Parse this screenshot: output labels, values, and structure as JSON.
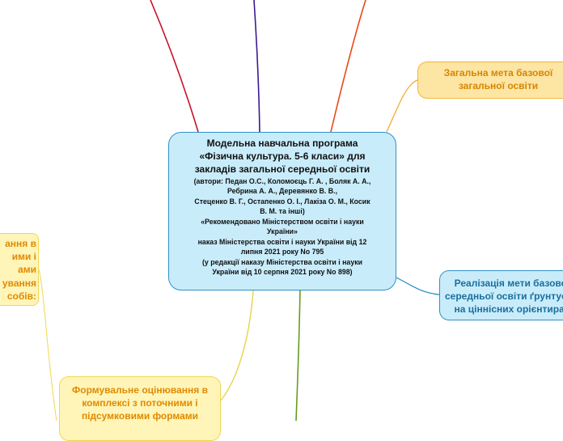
{
  "center": {
    "title_lines": [
      "Модельна навчальна програма",
      "«Фізична культура. 5-6 класи» для",
      "закладів загальної середньої освіти"
    ],
    "detail_lines": [
      "(автори: Педан О.С., Коломоєць Г. А. , Боляк А. А.,",
      "Ребрина А. А., Деревянко В. В.,",
      "Стеценко В. Г., Остапенко О. І., Лакіза О. М., Косик",
      "В. М. та інші)",
      "«Рекомендовано Міністерством освіти і науки",
      "України»",
      "наказ Міністерства освіти і науки України від 12",
      "липня 2021 року No 795",
      "(у редакції наказу Міністерства освіти і науки",
      "України від 10 серпня 2021 року No 898)"
    ]
  },
  "nodes": {
    "goal": [
      "Загальна мета базової",
      "загальної освіти"
    ],
    "realization": [
      "Реалізація мети базової",
      "середньої освіти ґрунтується",
      "на  ціннісних орієнтирах"
    ],
    "left_partial": [
      "ання в",
      "ими і",
      "ами",
      "ування",
      "собів:"
    ],
    "formative": [
      "Формувальне оцінювання в",
      "комплексі з поточними і",
      "підсумковими формами"
    ]
  },
  "colors": {
    "center_fill": "#c9ecfb",
    "center_border": "#2e92c6",
    "goal_fill": "#fde5a4",
    "goal_text": "#d78600",
    "realization_text": "#1b6f9c",
    "formative_fill": "#fff5b8",
    "formative_text": "#e08a00",
    "branch_red": "#c8102e",
    "branch_purple": "#3b1a8c",
    "branch_orange_red": "#e64a19",
    "branch_orange": "#f5a623",
    "branch_blue": "#1e8ac4",
    "branch_yellow": "#e6d34a",
    "branch_green": "#6a9a1f"
  }
}
